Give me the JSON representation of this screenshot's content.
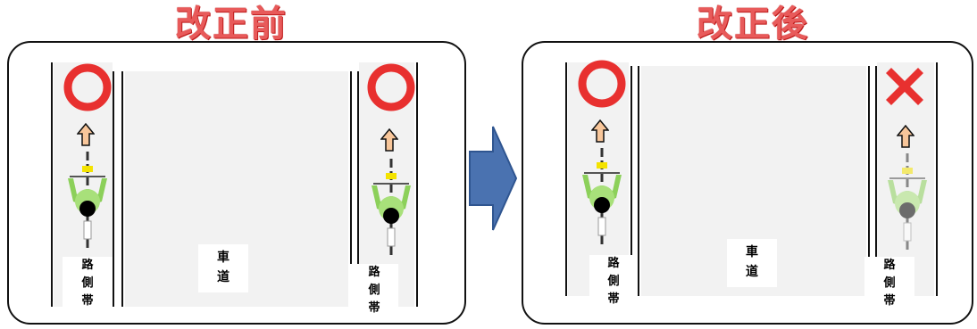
{
  "before": {
    "title": "改正前",
    "left_shoulder": {
      "chars": [
        "路",
        "側",
        "帯"
      ],
      "sign": "circle"
    },
    "road": {
      "chars": [
        "車",
        "道"
      ]
    },
    "right_shoulder": {
      "chars": [
        "路",
        "側",
        "帯"
      ],
      "sign": "circle"
    }
  },
  "after": {
    "title": "改正後",
    "left_shoulder": {
      "chars": [
        "路",
        "側",
        "帯"
      ],
      "sign": "circle"
    },
    "road": {
      "chars": [
        "車",
        "道"
      ]
    },
    "right_shoulder": {
      "chars": [
        "路",
        "側",
        "帯"
      ],
      "sign": "cross"
    }
  },
  "colors": {
    "title_red": "#e85a5a",
    "circle_red": "#e8302f",
    "cross_red": "#e8302f",
    "arrow_blue": "#4a72b0",
    "cyclist_green": "#8cd05a",
    "small_arrow": "#f8c69a"
  }
}
